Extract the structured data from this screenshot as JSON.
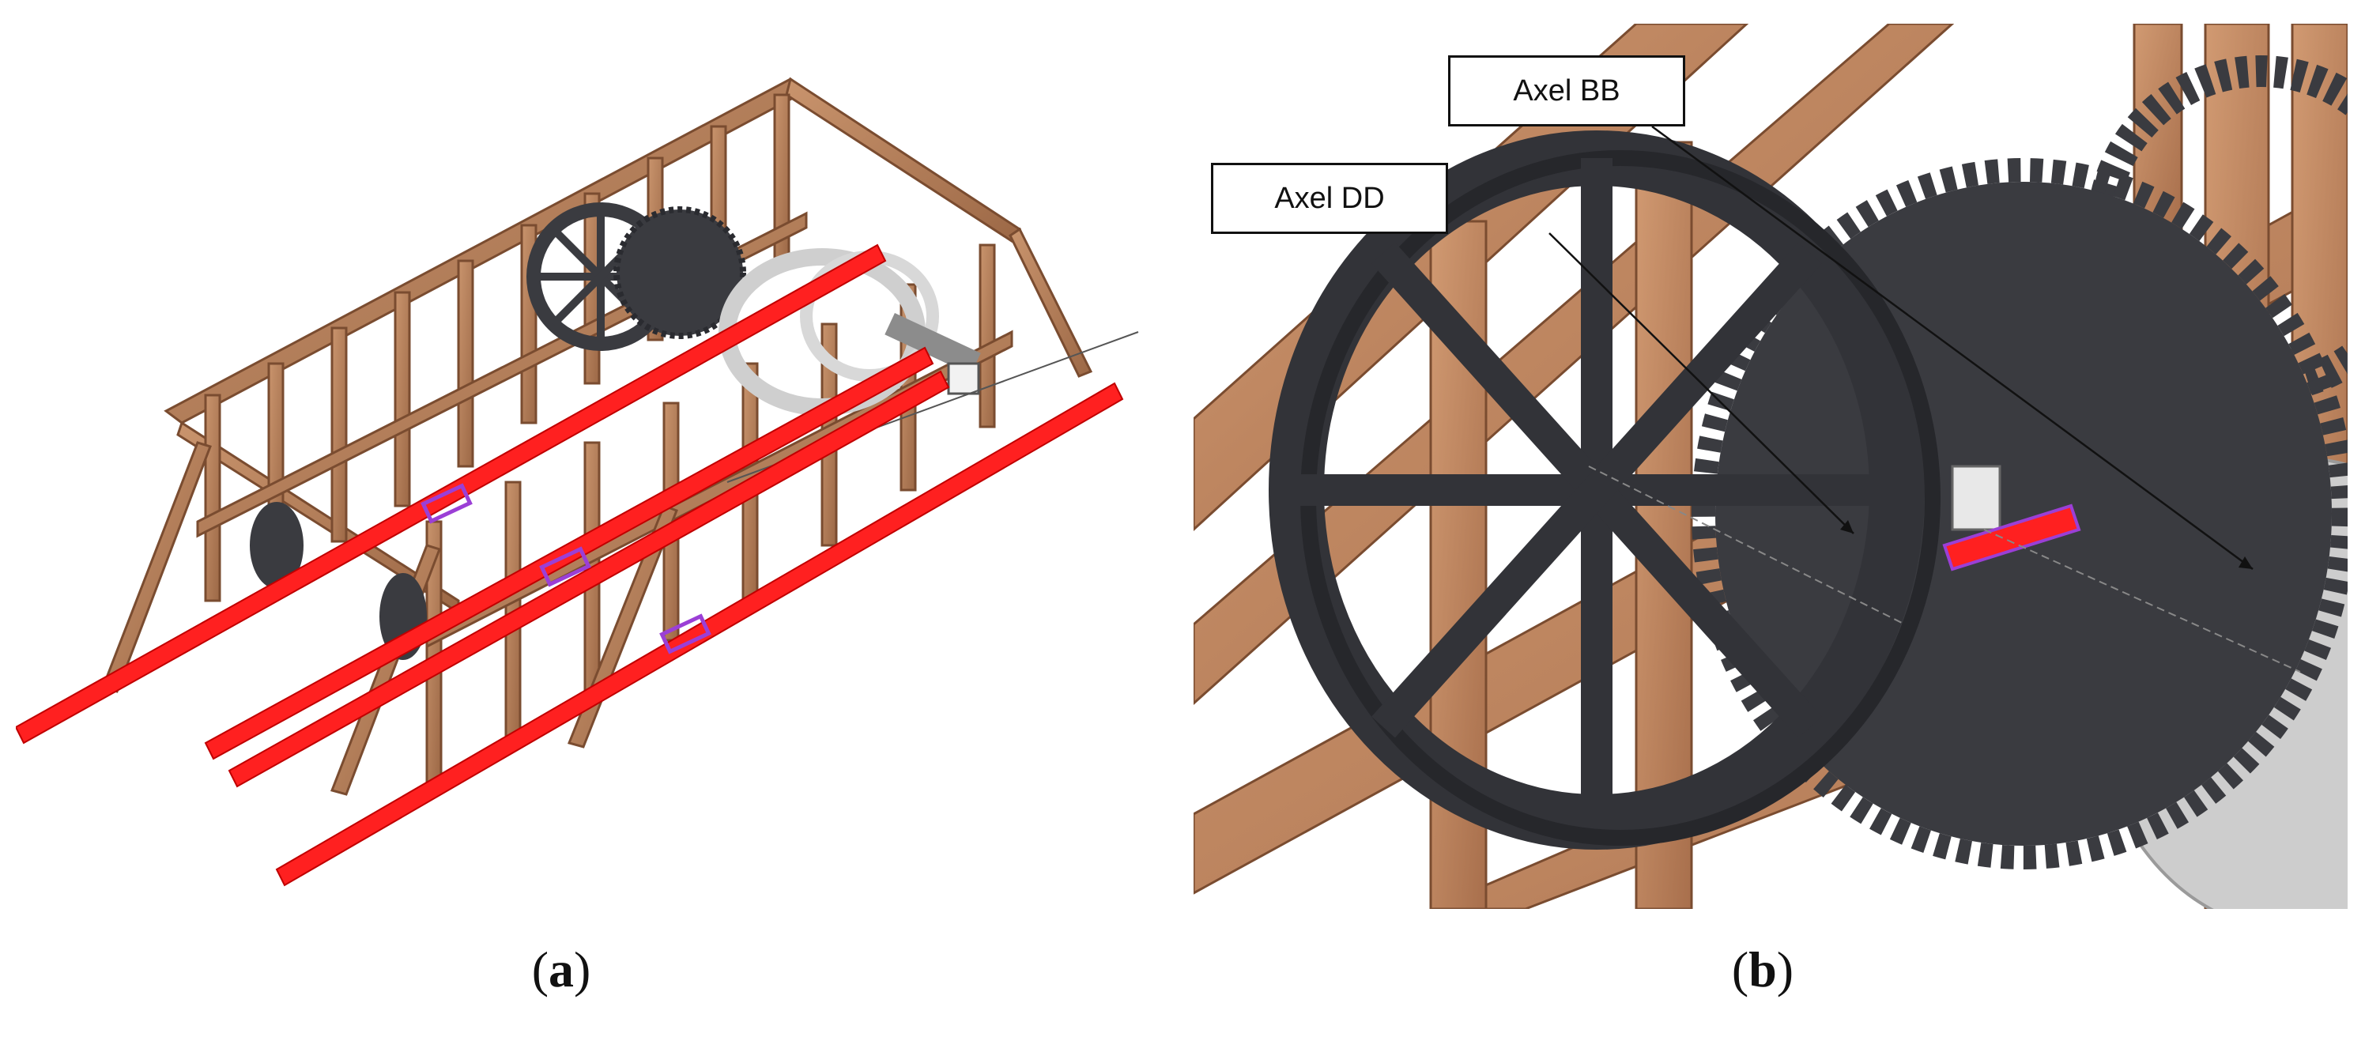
{
  "panels": [
    {
      "id": "a",
      "caption_open": "(",
      "caption_letter": "a",
      "caption_close": ")"
    },
    {
      "id": "b",
      "caption_open": "(",
      "caption_letter": "b",
      "caption_close": ")"
    }
  ],
  "callouts": {
    "axel_bb": "Axel BB",
    "axel_dd": "Axel DD"
  },
  "colors": {
    "wood": "#b8825f",
    "wood_dark": "#8c5a3c",
    "highlight_red": "#ff2020",
    "gear_dark": "#3a3b40",
    "gear_light": "#d4d4d4",
    "marker_purple": "#9b3fd6"
  }
}
